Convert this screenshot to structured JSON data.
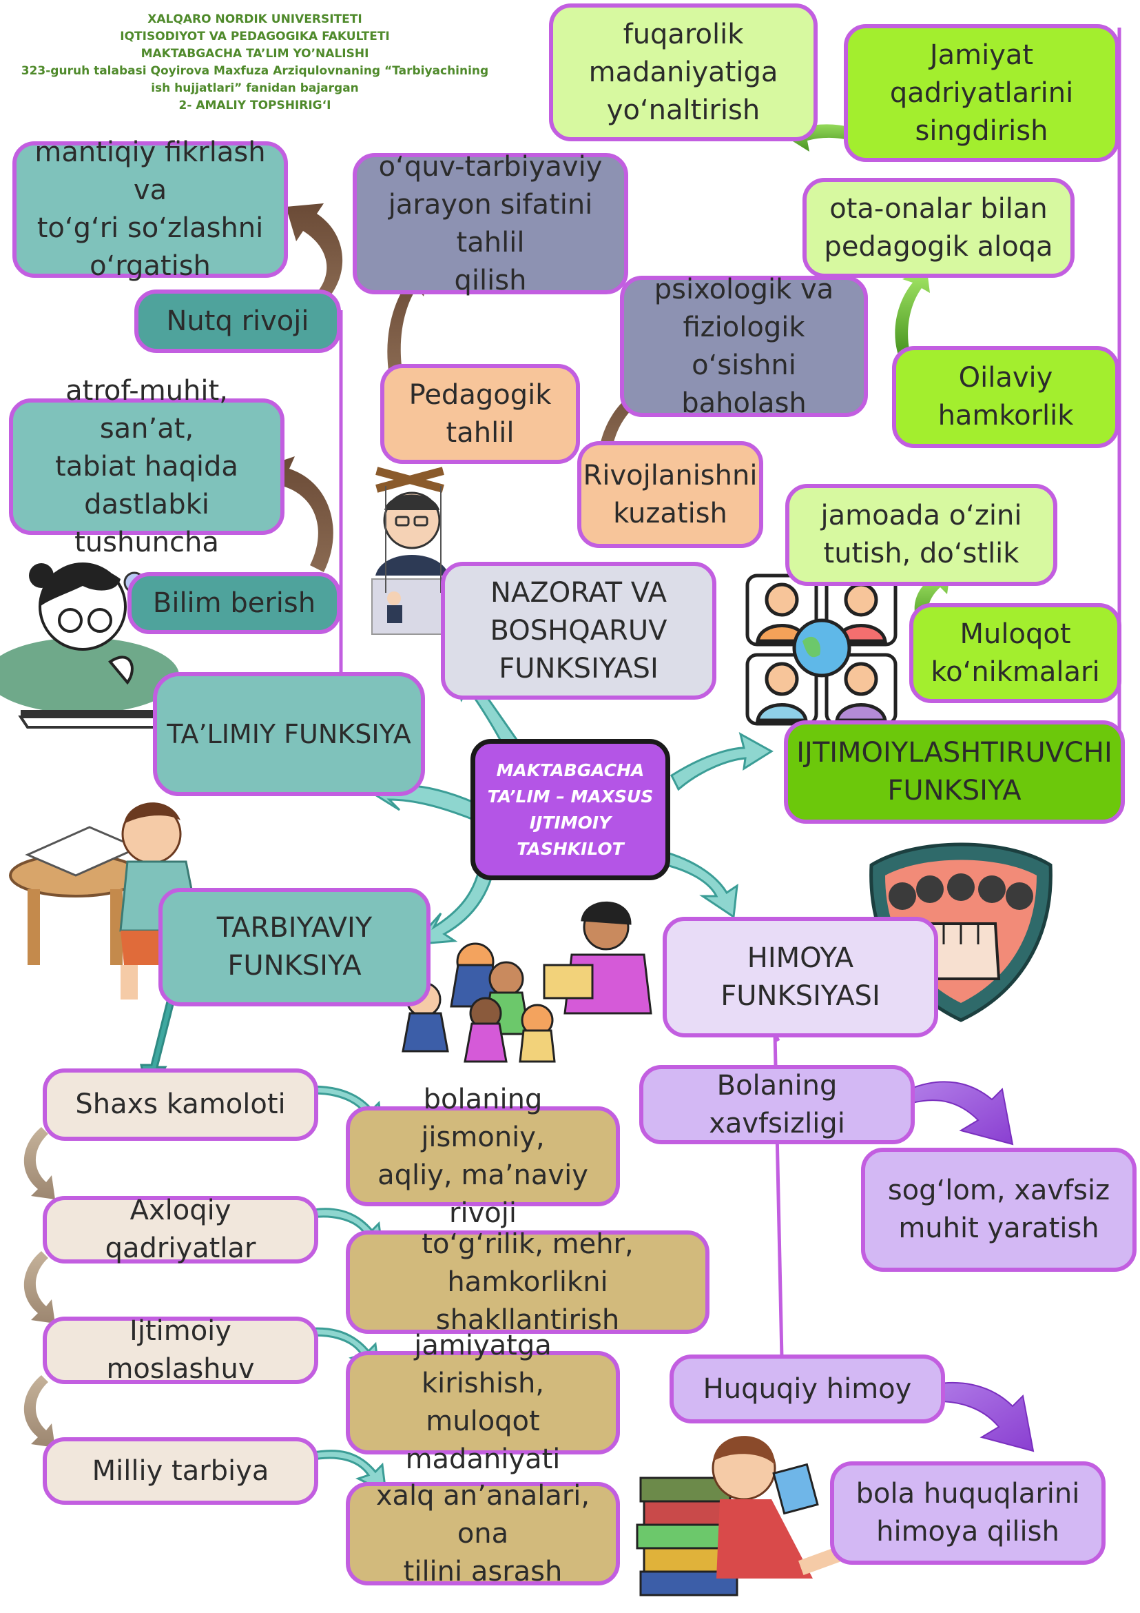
{
  "header": {
    "line1": "XALQARO NORDIK UNIVERSITETI",
    "line2": "IQTISODIYOT VA PEDAGOGIKA FAKULTETI",
    "line3": "MAKTABGACHA TA’LIM YO’NALISHI",
    "line4": "323-guruh talabasi Qoyirova Maxfuza Arziqulovnaning “Tarbiyachining",
    "line5": "ish hujjatlari” fanidan bajargan",
    "line6": "2- AMALIY TOPSHIRIG‘I"
  },
  "center": {
    "line1": "MAKTABGACHA",
    "line2": "TA’LIM – MAXSUS",
    "line3": "IJTIMOIY TASHKILOT"
  },
  "talimiy": {
    "title": "TA’LIMIY FUNKSIYA",
    "nutq": "Nutq rivoji",
    "nutq_detail": [
      "mantiqiy fikrlash va",
      "to‘g‘ri so‘zlashni",
      "o‘rgatish"
    ],
    "bilim": "Bilim berish",
    "bilim_detail": [
      "atrof-muhit, san’at,",
      "tabiat haqida",
      "dastlabki tushuncha"
    ]
  },
  "nazorat": {
    "title": [
      "NAZORAT VA",
      "BOSHQARUV",
      "FUNKSIYASI"
    ],
    "pedagogik": [
      "Pedagogik",
      "tahlil"
    ],
    "pedagogik_detail": [
      "o‘quv-tarbiyaviy",
      "jarayon sifatini tahlil",
      "qilish"
    ],
    "rivojlanish": [
      "Rivojlanishni",
      "kuzatish"
    ],
    "rivojlanish_detail": [
      "psixologik va",
      "fiziologik o‘sishni",
      "baholash"
    ]
  },
  "ijtimoiy": {
    "title": [
      "IJTIMOIYLASHTIRUVCHI",
      "FUNKSIYA"
    ],
    "jamiyat": [
      "Jamiyat",
      "qadriyatlarini",
      "singdirish"
    ],
    "fuqarolik": [
      "fuqarolik",
      "madaniyatiga",
      "yo‘naltirish"
    ],
    "oilaviy": [
      "Oilaviy",
      "hamkorlik"
    ],
    "ota_onalar": [
      "ota-onalar bilan",
      "pedagogik aloqa"
    ],
    "muloqot": [
      "Muloqot",
      "ko‘nikmalari"
    ],
    "jamoada": [
      "jamoada o‘zini",
      "tutish, do‘stlik"
    ]
  },
  "tarbiyaviy": {
    "title": [
      "TARBIYAVIY",
      "FUNKSIYA"
    ],
    "items": [
      {
        "label": "Shaxs kamoloti",
        "detail": [
          "bolaning jismoniy,",
          "aqliy, ma’naviy rivoji"
        ]
      },
      {
        "label": "Axloqiy qadriyatlar",
        "detail": [
          "to‘g‘rilik, mehr, hamkorlikni",
          "shakllantirish"
        ]
      },
      {
        "label": "Ijtimoiy moslashuv",
        "detail": [
          "jamiyatga kirishish,",
          "muloqot madaniyati"
        ]
      },
      {
        "label": "Milliy tarbiya",
        "detail": [
          "xalq an’analari, ona",
          "tilini asrash"
        ]
      }
    ]
  },
  "himoya": {
    "title": [
      "HIMOYA",
      "FUNKSIYASI"
    ],
    "xavfsizlik": "Bolaning xavfsizligi",
    "xavfsizlik_detail": [
      "sog‘lom, xavfsiz",
      "muhit yaratish"
    ],
    "huquqiy": "Huquqiy himoy",
    "huquqiy_detail": [
      "bola huquqlarini",
      "himoya qilish"
    ]
  },
  "colors": {
    "border": "#c25ee0",
    "teal": "#7fc2bb",
    "slate": "#8d92b2",
    "peach": "#f7c59a",
    "lime": "#d7f9a0",
    "green": "#a3ee2e",
    "lavender": "#e8dcf7",
    "khaki": "#d2ba7c",
    "center": "#b455e6"
  },
  "icons": [
    "reading-girl-icon",
    "girl-reading-book-icon",
    "puppet-master-icon",
    "people-globe-icon",
    "children-storytime-icon",
    "fist-shield-icon",
    "child-with-books-icon"
  ]
}
